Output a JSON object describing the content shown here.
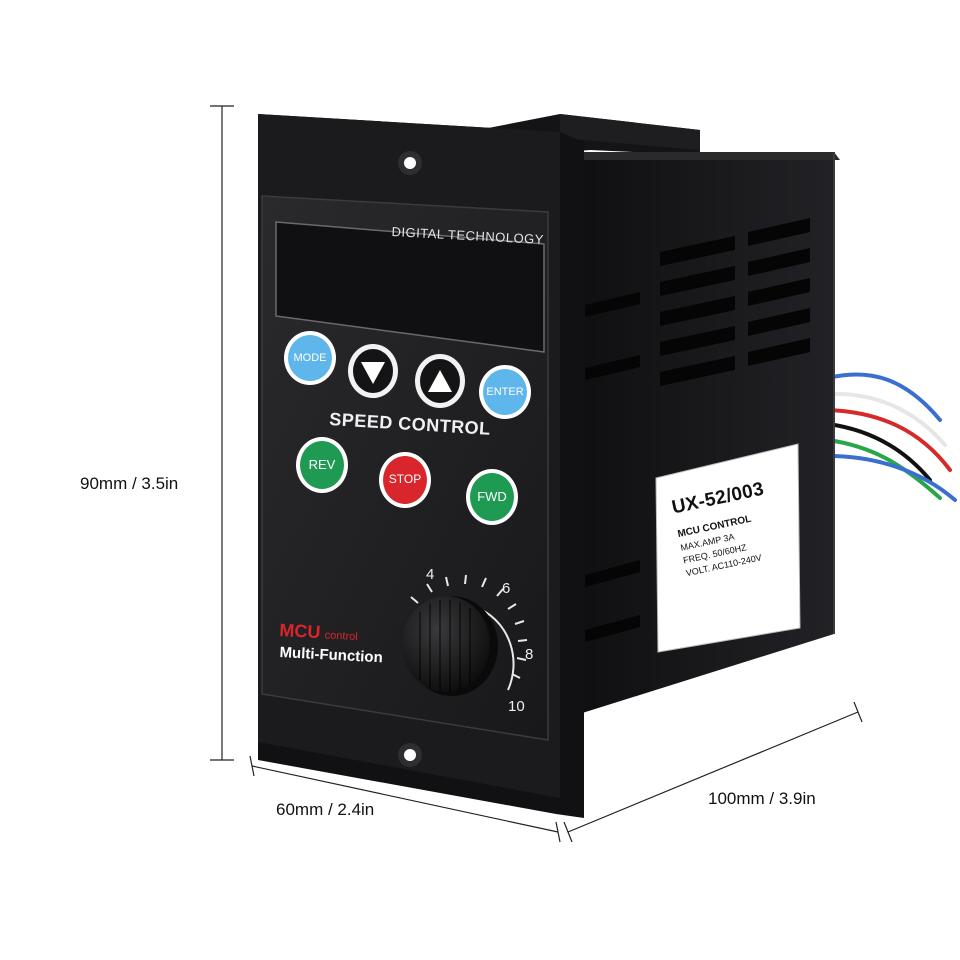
{
  "dimensions": {
    "height": "90mm / 3.5in",
    "width": "60mm / 2.4in",
    "depth": "100mm / 3.9in"
  },
  "panel": {
    "header": "DIGITAL TECHNOLOGY",
    "speed_control": "SPEED CONTROL",
    "brand_mcu": "MCU",
    "brand_control": "control",
    "brand_multi": "Multi-Function"
  },
  "buttons": {
    "mode": "MODE",
    "enter": "ENTER",
    "rev": "REV",
    "stop": "STOP",
    "fwd": "FWD"
  },
  "knob_scale": [
    "4",
    "6",
    "8",
    "10"
  ],
  "label": {
    "model": "UX-52/003",
    "line1": "MCU CONTROL",
    "line2": "MAX.AMP 3A",
    "line3": "FREQ. 50/60HZ",
    "line4": "VOLT. AC110-240V"
  },
  "colors": {
    "body": "#1c1c1e",
    "button_blue": "#5fb6ea",
    "button_green": "#1f9a52",
    "button_red": "#d9262c"
  }
}
